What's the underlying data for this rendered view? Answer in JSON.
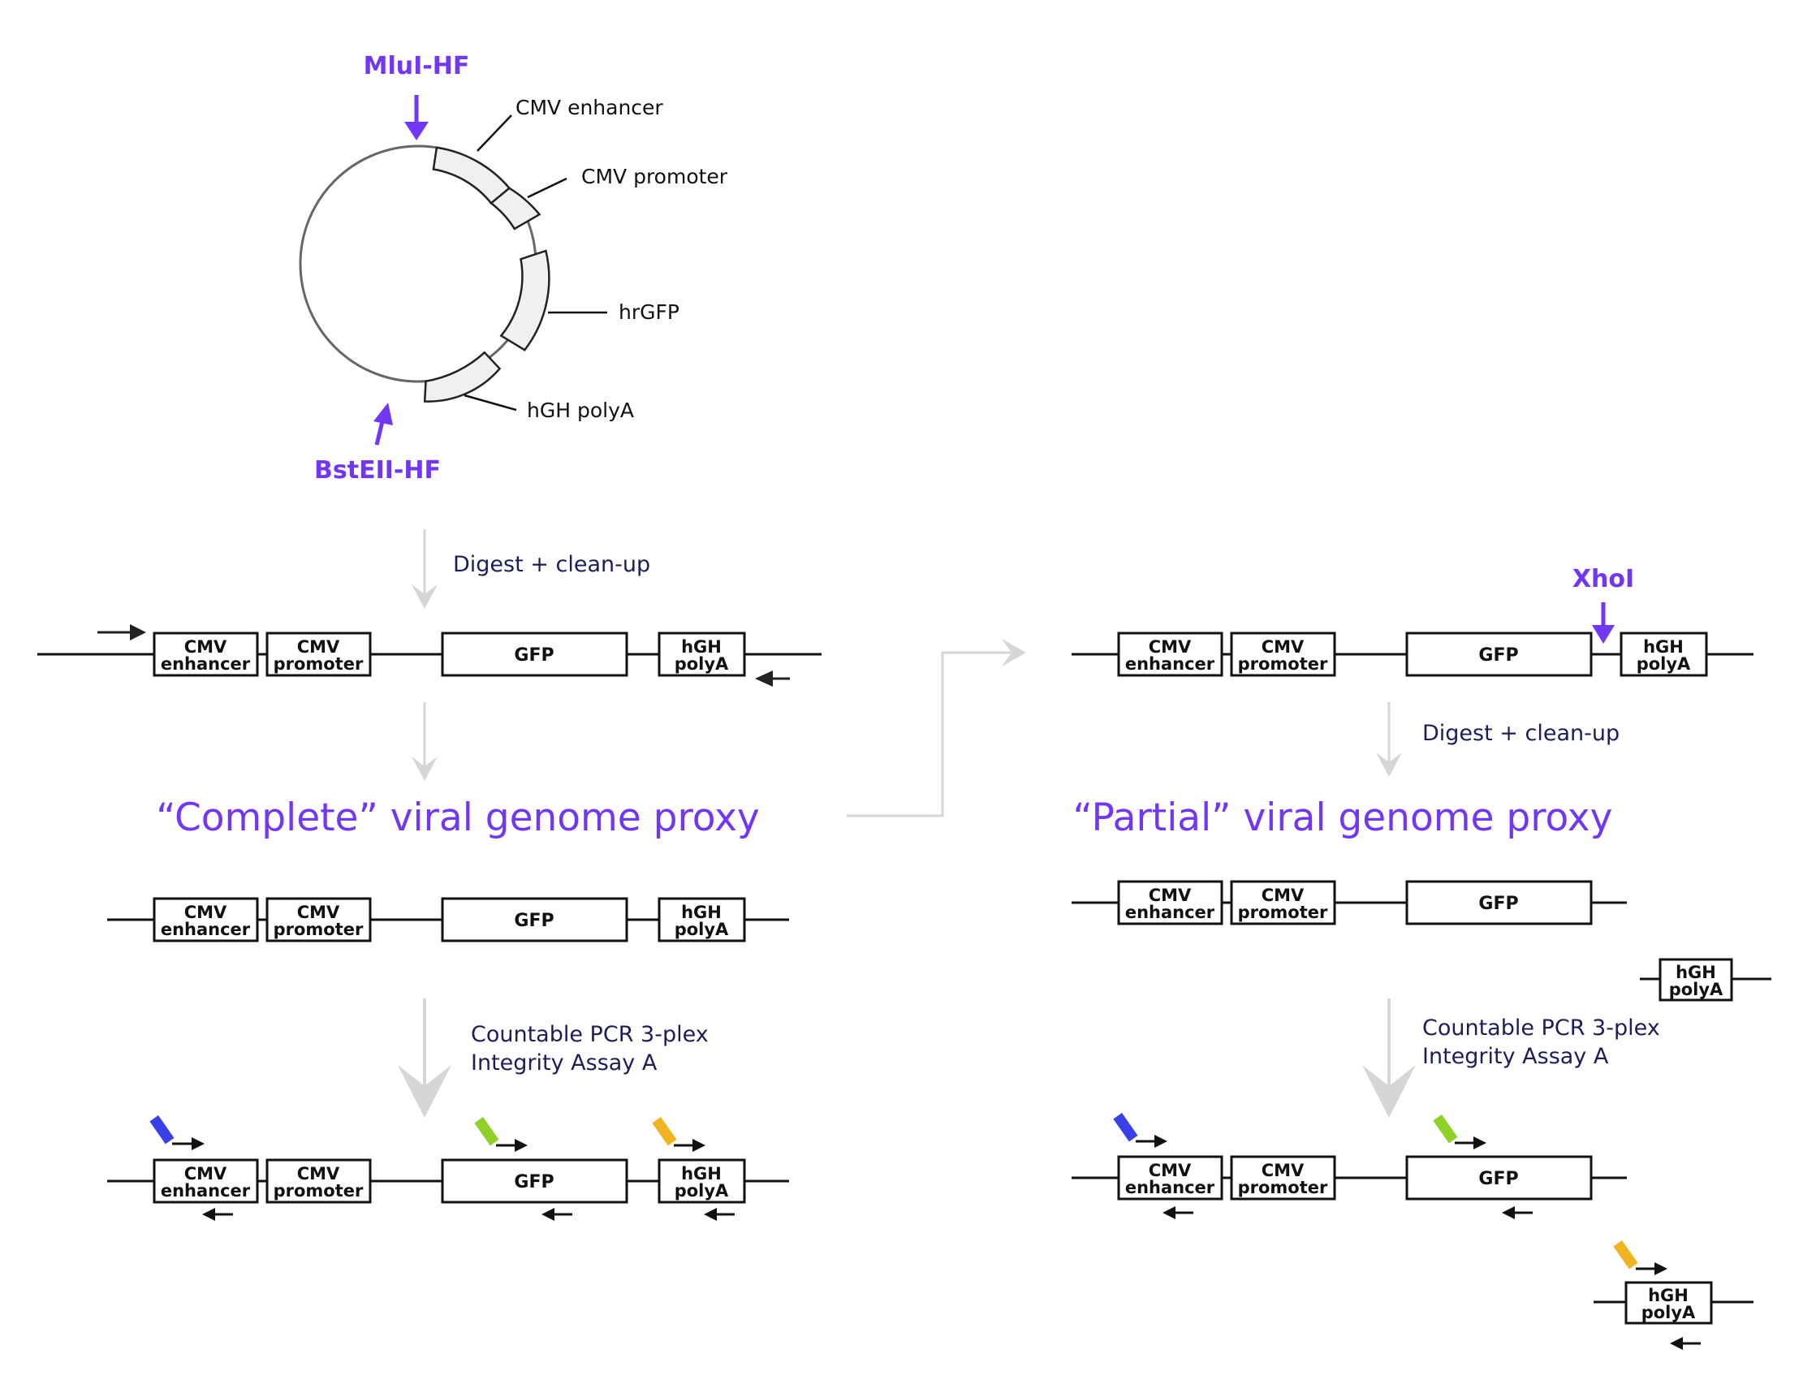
{
  "colors": {
    "purple": "#7137f5",
    "gray_arrow": "#d6d6d6",
    "probe_blue": "#3a3fe8",
    "probe_green": "#8fd126",
    "probe_orange": "#f0b322",
    "line": "#111111"
  },
  "plasmid": {
    "labels": {
      "enhancer": "CMV enhancer",
      "promoter": "CMV promoter",
      "hrgfp": "hrGFP",
      "polya": "hGH polyA"
    },
    "enzyme_top": "MluI-HF",
    "enzyme_bottom": "BstEII-HF"
  },
  "steps": {
    "digest_left": "Digest + clean-up",
    "digest_right": "Digest + clean-up",
    "pcr_left_1": "Countable PCR 3-plex",
    "pcr_left_2": "Integrity Assay A",
    "pcr_right_1": "Countable PCR 3-plex",
    "pcr_right_2": "Integrity Assay A",
    "xhoi": "XhoI"
  },
  "titles": {
    "complete": "“Complete” viral genome proxy",
    "partial": "“Partial” viral genome proxy"
  },
  "elements": {
    "cmv": "CMV",
    "enhancer": "enhancer",
    "promoter": "promoter",
    "gfp": "GFP",
    "hgh": "hGH",
    "polya": "polyA"
  }
}
